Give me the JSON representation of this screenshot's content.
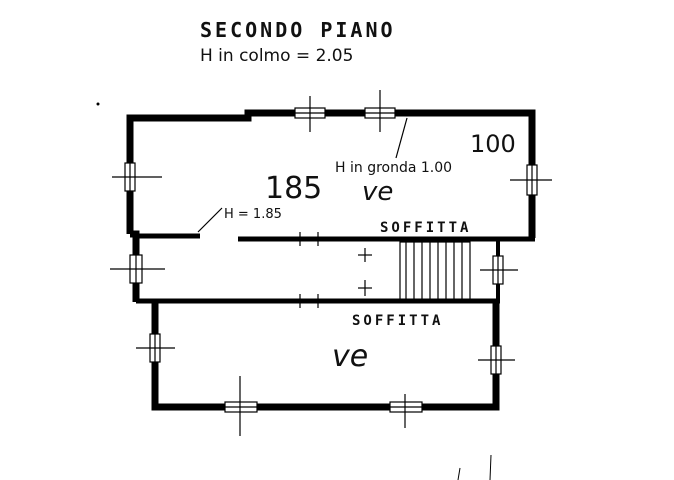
{
  "header": {
    "title": "SECONDO PIANO",
    "subtitle": "H in colmo = 2.05"
  },
  "labels": {
    "height_185": "185",
    "height_100": "100",
    "gronda": "H in gronda 1.00",
    "h_note": "H = 1.85",
    "room_code_top": "ve",
    "room_code_bottom": "ve",
    "soffitta_top": "SOFFITTA",
    "soffitta_bottom": "SOFFITTA"
  }
}
